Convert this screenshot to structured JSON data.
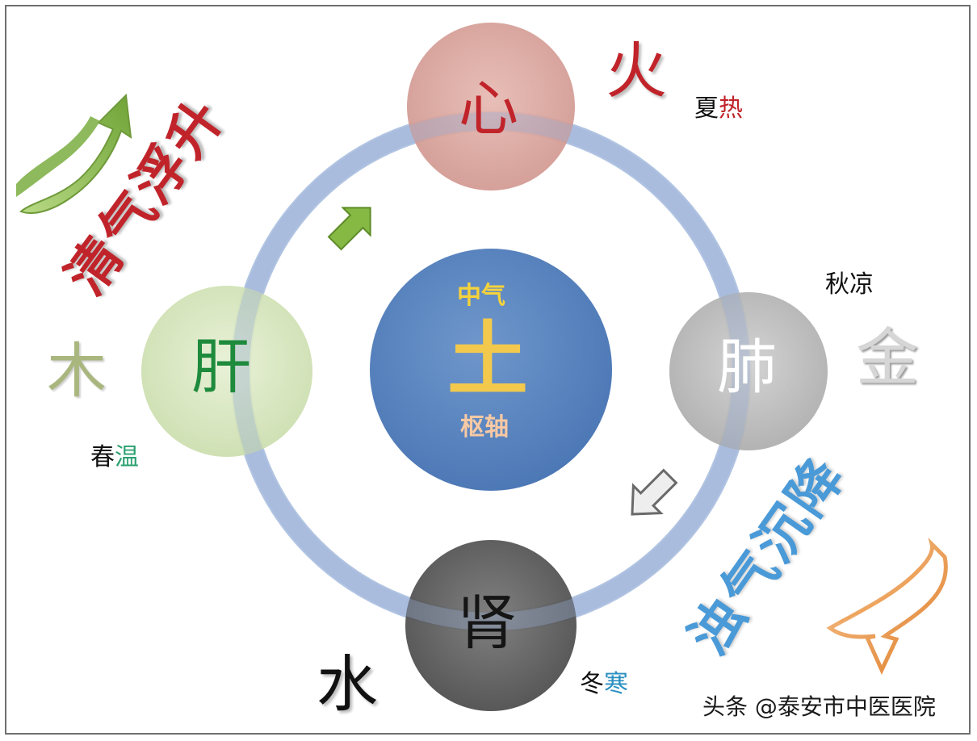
{
  "diagram": {
    "center": {
      "top_text": "中气",
      "main_text": "土",
      "bottom_text": "枢轴"
    },
    "organs": {
      "heart": "心",
      "liver": "肝",
      "lung": "肺",
      "kidney": "肾"
    },
    "elements": {
      "fire": "火",
      "metal": "金",
      "wood": "木",
      "water": "水"
    },
    "seasons": {
      "summer": {
        "first": "夏",
        "second": "热"
      },
      "autumn": "秋凉",
      "spring": {
        "first": "春",
        "second": "温"
      },
      "winter": {
        "first": "冬",
        "second": "寒"
      }
    },
    "slogans": {
      "rise": "清气浮升",
      "fall": "浊气沉降"
    },
    "colors": {
      "ring": "#a9bedf",
      "heart_fill": "#d9a6a0",
      "liver_fill": "#d6e6c0",
      "lung_fill": "#bdbdbd",
      "kidney_fill": "#5f5f5f",
      "center_fill": "#5b87c2",
      "rise_accent": "#8fbe4e",
      "fall_accent": "#f0a35a"
    }
  },
  "watermark": "头条 @泰安市中医医院"
}
